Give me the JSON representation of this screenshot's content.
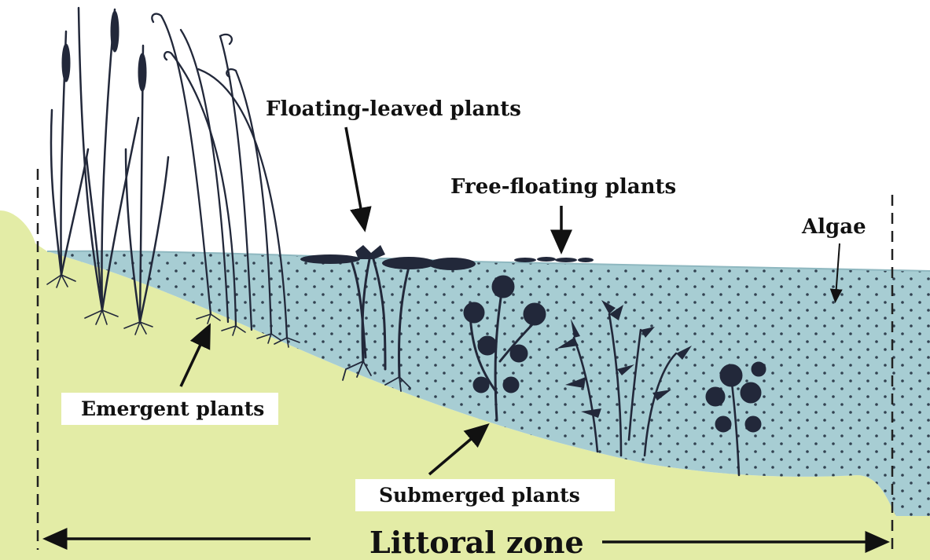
{
  "labels": {
    "floating_leaved": "Floating-leaved plants",
    "free_floating": "Free-floating plants",
    "algae": "Algae",
    "emergent": "Emergent plants",
    "submerged": "Submerged plants",
    "littoral_zone": "Littoral zone"
  },
  "colors": {
    "land": "#e3eca6",
    "water": "#a7cdd3",
    "plant": "#22283a",
    "ink": "#111111"
  }
}
